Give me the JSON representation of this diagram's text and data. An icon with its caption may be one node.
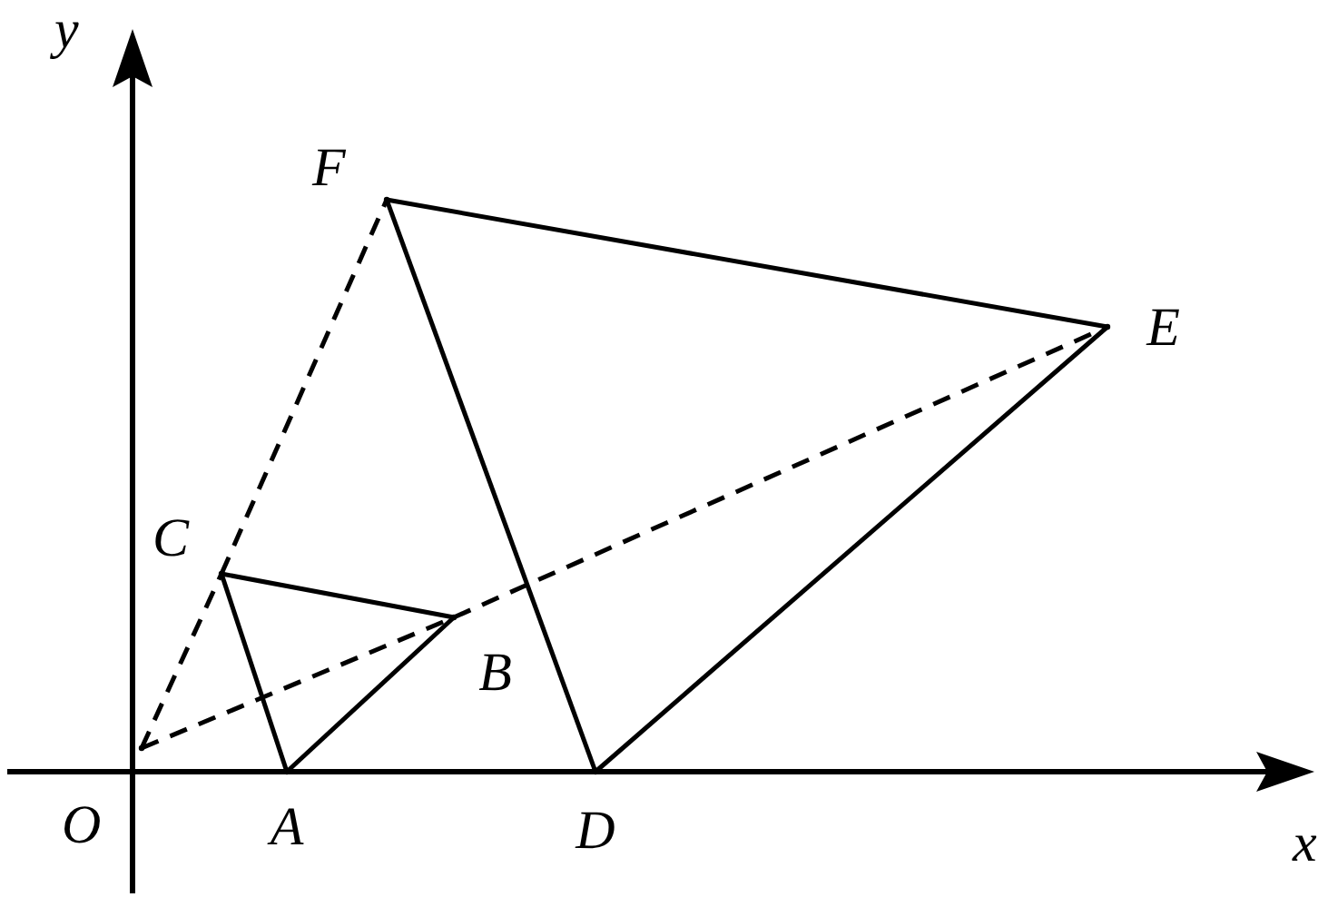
{
  "diagram": {
    "nodes": [
      {
        "text": [
          "O"
        ]
      },
      {
        "text": [
          "A"
        ]
      },
      {
        "text": [
          "B"
        ]
      },
      {
        "text": [
          "C"
        ]
      },
      {
        "text": [
          "D"
        ]
      },
      {
        "text": [
          "E"
        ]
      },
      {
        "text": [
          "F"
        ]
      }
    ],
    "edges": [
      {
        "from": 3,
        "to": 1,
        "arrow": "none"
      },
      {
        "from": 1,
        "to": 2,
        "arrow": "none"
      },
      {
        "from": 2,
        "to": 3,
        "arrow": "none"
      },
      {
        "from": 6,
        "to": 4,
        "arrow": "none"
      },
      {
        "from": 4,
        "to": 5,
        "arrow": "none"
      },
      {
        "from": 5,
        "to": 6,
        "arrow": "none"
      },
      {
        "from": 0,
        "to": 3,
        "arrow": "none",
        "style": "dashed"
      },
      {
        "from": 3,
        "to": 6,
        "arrow": "none",
        "style": "dashed"
      },
      {
        "from": 0,
        "to": 2,
        "arrow": "none",
        "style": "dashed"
      },
      {
        "from": 2,
        "to": 5,
        "arrow": "none",
        "style": "dashed"
      }
    ],
    "labels": [
      "y",
      "x"
    ]
  }
}
